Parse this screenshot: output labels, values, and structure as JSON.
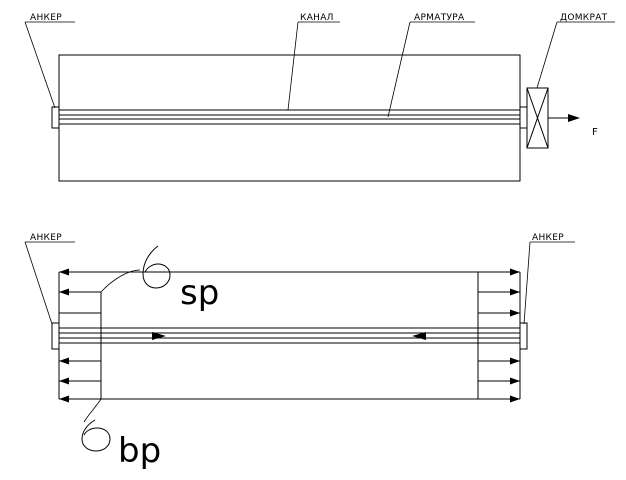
{
  "labels": {
    "anchor_top": "АНКЕР",
    "channel": "КАНАЛ",
    "rebar": "АРМАТУРА",
    "jack": "ДОМКРАТ",
    "force": "F",
    "anchor_bottom_left": "АНКЕР",
    "anchor_bottom_right": "АНКЕР",
    "sigma_p": "sp",
    "sigma_bp": "bp"
  },
  "colors": {
    "line": "#000000",
    "background": "#ffffff"
  },
  "symbols": {
    "sigma_glyph": "curl-sigma"
  }
}
